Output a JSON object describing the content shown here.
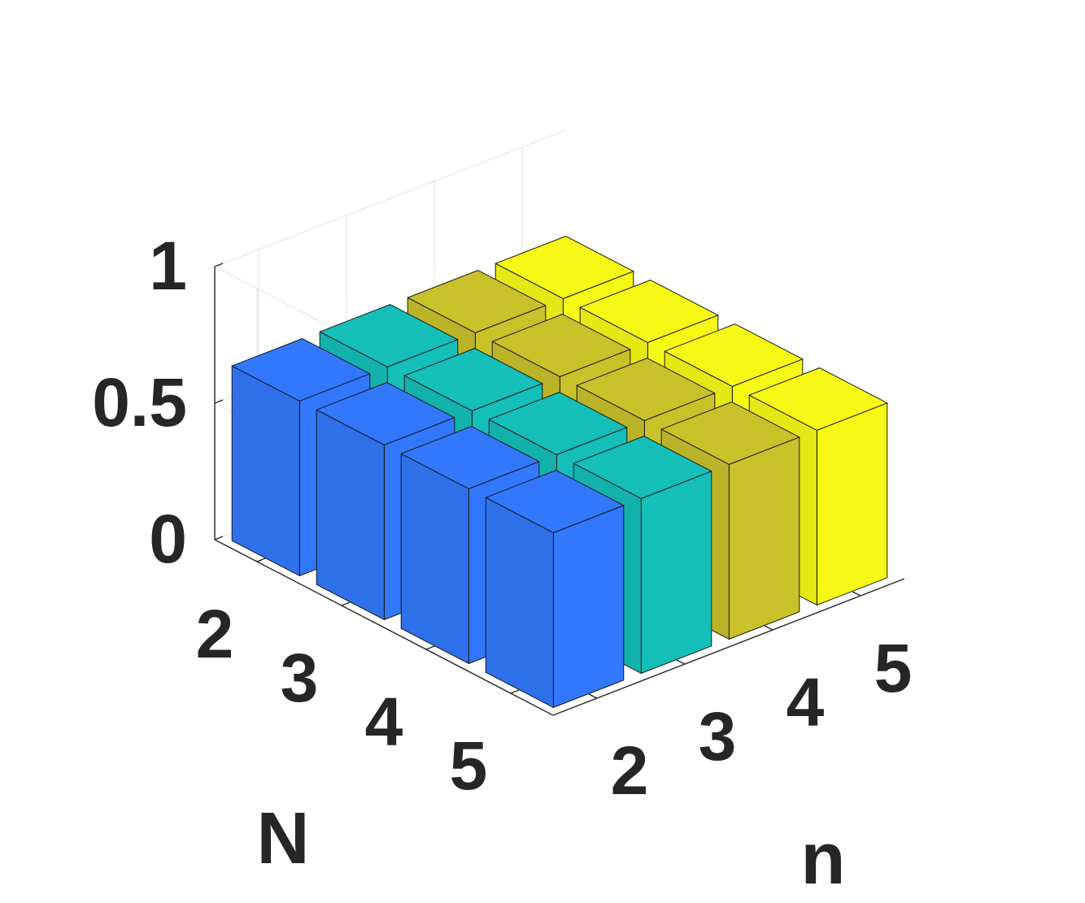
{
  "chart_data": {
    "type": "bar3",
    "title": "",
    "xlabel": "N",
    "ylabel": "n",
    "zlabel": "",
    "N_categories": [
      "2",
      "3",
      "4",
      "5"
    ],
    "n_categories": [
      "2",
      "3",
      "4",
      "5"
    ],
    "zlim": [
      0,
      1
    ],
    "z_ticks": [
      "0",
      "0.5",
      "1"
    ],
    "grid": true,
    "series": [
      {
        "n": "2",
        "color": "#3278FD",
        "values": [
          0.64,
          0.64,
          0.64,
          0.64
        ]
      },
      {
        "n": "3",
        "color": "#14BEB9",
        "values": [
          0.64,
          0.64,
          0.64,
          0.64
        ]
      },
      {
        "n": "4",
        "color": "#C9C12A",
        "values": [
          0.64,
          0.64,
          0.64,
          0.64
        ]
      },
      {
        "n": "5",
        "color": "#F5F915",
        "values": [
          0.64,
          0.64,
          0.64,
          0.64
        ]
      }
    ]
  }
}
